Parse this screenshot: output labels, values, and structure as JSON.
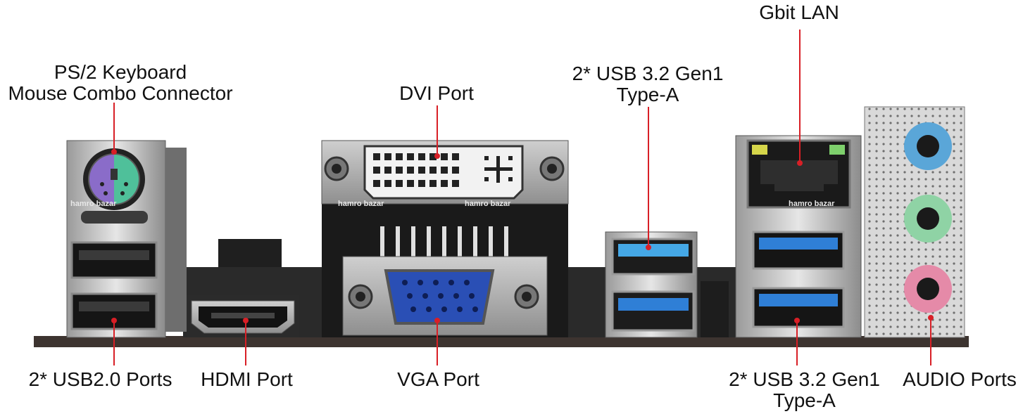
{
  "labels": {
    "ps2": [
      "PS/2 Keyboard",
      "Mouse Combo Connector"
    ],
    "dvi": [
      "DVI Port"
    ],
    "usb32_top": [
      "2* USB 3.2 Gen1",
      "Type-A"
    ],
    "lan": [
      "Gbit LAN"
    ],
    "usb20": [
      "2* USB2.0 Ports"
    ],
    "hdmi": [
      "HDMI Port"
    ],
    "vga": [
      "VGA Port"
    ],
    "usb32_bottom": [
      "2* USB 3.2 Gen1",
      "Type-A"
    ],
    "audio": [
      "AUDIO Ports"
    ]
  },
  "watermark": "hamro bazar",
  "colors": {
    "leader": "#d81f26",
    "text": "#111111",
    "usb3": "#2f7fd6",
    "vga": "#2a4fb5",
    "audio_blue": "#5aa6d8",
    "audio_green": "#8fd3a5",
    "audio_pink": "#e58aa8",
    "ps2_purple": "#8a6cc9",
    "ps2_green": "#4fc09a",
    "led_yellow": "#d6d64a",
    "led_green": "#7ed06c"
  }
}
